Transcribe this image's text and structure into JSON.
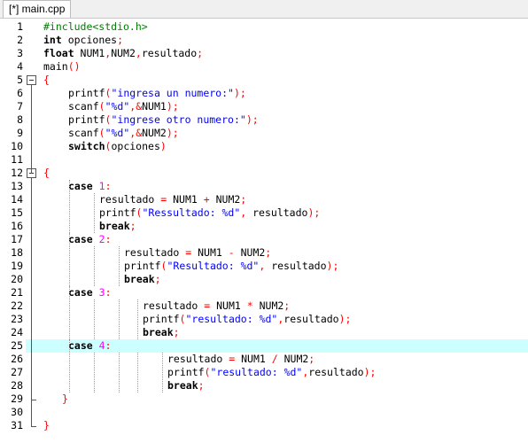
{
  "tab": {
    "label": "[*] main.cpp"
  },
  "highlighted_line": 25,
  "lines": [
    {
      "n": "1",
      "indent": 0,
      "tokens": [
        [
          "pp",
          "#include<stdio.h>"
        ]
      ]
    },
    {
      "n": "2",
      "indent": 0,
      "tokens": [
        [
          "kw",
          "int"
        ],
        [
          "plain",
          " opciones"
        ],
        [
          "op",
          ";"
        ]
      ]
    },
    {
      "n": "3",
      "indent": 0,
      "tokens": [
        [
          "kw",
          "float"
        ],
        [
          "plain",
          " NUM1"
        ],
        [
          "op",
          ","
        ],
        [
          "plain",
          "NUM2"
        ],
        [
          "op",
          ","
        ],
        [
          "plain",
          "resultado"
        ],
        [
          "op",
          ";"
        ]
      ]
    },
    {
      "n": "4",
      "indent": 0,
      "tokens": [
        [
          "plain",
          "main"
        ],
        [
          "op",
          "()"
        ]
      ]
    },
    {
      "n": "5",
      "indent": 0,
      "tokens": [
        [
          "op",
          "{"
        ]
      ]
    },
    {
      "n": "6",
      "indent": 4,
      "tokens": [
        [
          "plain",
          "printf"
        ],
        [
          "op",
          "("
        ],
        [
          "str",
          "\"ingresa un numero:\""
        ],
        [
          "op",
          ");"
        ]
      ]
    },
    {
      "n": "7",
      "indent": 4,
      "tokens": [
        [
          "plain",
          "scanf"
        ],
        [
          "op",
          "("
        ],
        [
          "str",
          "\"%d\""
        ],
        [
          "op",
          ",&"
        ],
        [
          "plain",
          "NUM1"
        ],
        [
          "op",
          ");"
        ]
      ]
    },
    {
      "n": "8",
      "indent": 4,
      "tokens": [
        [
          "plain",
          "printf"
        ],
        [
          "op",
          "("
        ],
        [
          "str",
          "\"ingrese otro numero:\""
        ],
        [
          "op",
          ");"
        ]
      ]
    },
    {
      "n": "9",
      "indent": 4,
      "tokens": [
        [
          "plain",
          "scanf"
        ],
        [
          "op",
          "("
        ],
        [
          "str",
          "\"%d\""
        ],
        [
          "op",
          ",&"
        ],
        [
          "plain",
          "NUM2"
        ],
        [
          "op",
          ");"
        ]
      ]
    },
    {
      "n": "10",
      "indent": 4,
      "tokens": [
        [
          "kw",
          "switch"
        ],
        [
          "op",
          "("
        ],
        [
          "plain",
          "opciones"
        ],
        [
          "op",
          ")"
        ]
      ]
    },
    {
      "n": "11",
      "indent": 0,
      "tokens": []
    },
    {
      "n": "12",
      "indent": 0,
      "tokens": [
        [
          "op",
          "{"
        ]
      ]
    },
    {
      "n": "13",
      "indent": 4,
      "tokens": [
        [
          "kw",
          "case"
        ],
        [
          "plain",
          " "
        ],
        [
          "num",
          "1"
        ],
        [
          "op",
          ":"
        ]
      ]
    },
    {
      "n": "14",
      "indent": 9,
      "tokens": [
        [
          "plain",
          "resultado "
        ],
        [
          "op",
          "="
        ],
        [
          "plain",
          " NUM1 "
        ],
        [
          "op",
          "+"
        ],
        [
          "plain",
          " NUM2"
        ],
        [
          "op",
          ";"
        ]
      ]
    },
    {
      "n": "15",
      "indent": 9,
      "tokens": [
        [
          "plain",
          "printf"
        ],
        [
          "op",
          "("
        ],
        [
          "str",
          "\"Ressultado: %d\""
        ],
        [
          "op",
          ","
        ],
        [
          "plain",
          " resultado"
        ],
        [
          "op",
          ");"
        ]
      ]
    },
    {
      "n": "16",
      "indent": 9,
      "tokens": [
        [
          "kw",
          "break"
        ],
        [
          "op",
          ";"
        ]
      ]
    },
    {
      "n": "17",
      "indent": 4,
      "tokens": [
        [
          "kw",
          "case"
        ],
        [
          "plain",
          " "
        ],
        [
          "num",
          "2"
        ],
        [
          "op",
          ":"
        ]
      ]
    },
    {
      "n": "18",
      "indent": 13,
      "tokens": [
        [
          "plain",
          "resultado "
        ],
        [
          "op",
          "="
        ],
        [
          "plain",
          " NUM1 "
        ],
        [
          "op",
          "-"
        ],
        [
          "plain",
          " NUM2"
        ],
        [
          "op",
          ";"
        ]
      ]
    },
    {
      "n": "19",
      "indent": 13,
      "tokens": [
        [
          "plain",
          "printf"
        ],
        [
          "op",
          "("
        ],
        [
          "str",
          "\"Resultado: %d\""
        ],
        [
          "op",
          ","
        ],
        [
          "plain",
          " resultado"
        ],
        [
          "op",
          ");"
        ]
      ]
    },
    {
      "n": "20",
      "indent": 13,
      "tokens": [
        [
          "kw",
          "break"
        ],
        [
          "op",
          ";"
        ]
      ]
    },
    {
      "n": "21",
      "indent": 4,
      "tokens": [
        [
          "kw",
          "case"
        ],
        [
          "plain",
          " "
        ],
        [
          "num",
          "3"
        ],
        [
          "op",
          ":"
        ]
      ]
    },
    {
      "n": "22",
      "indent": 16,
      "tokens": [
        [
          "plain",
          "resultado "
        ],
        [
          "op",
          "="
        ],
        [
          "plain",
          " NUM1 "
        ],
        [
          "op",
          "*"
        ],
        [
          "plain",
          " NUM2"
        ],
        [
          "op",
          ";"
        ]
      ]
    },
    {
      "n": "23",
      "indent": 16,
      "tokens": [
        [
          "plain",
          "printf"
        ],
        [
          "op",
          "("
        ],
        [
          "str",
          "\"resultado: %d\""
        ],
        [
          "op",
          ","
        ],
        [
          "plain",
          "resultado"
        ],
        [
          "op",
          ");"
        ]
      ]
    },
    {
      "n": "24",
      "indent": 16,
      "tokens": [
        [
          "kw",
          "break"
        ],
        [
          "op",
          ";"
        ]
      ]
    },
    {
      "n": "25",
      "indent": 4,
      "tokens": [
        [
          "kw",
          "case"
        ],
        [
          "plain",
          " "
        ],
        [
          "num",
          "4"
        ],
        [
          "op",
          ":"
        ]
      ]
    },
    {
      "n": "26",
      "indent": 20,
      "tokens": [
        [
          "plain",
          "resultado "
        ],
        [
          "op",
          "="
        ],
        [
          "plain",
          " NUM1 "
        ],
        [
          "op",
          "/"
        ],
        [
          "plain",
          " NUM2"
        ],
        [
          "op",
          ";"
        ]
      ]
    },
    {
      "n": "27",
      "indent": 20,
      "tokens": [
        [
          "plain",
          "printf"
        ],
        [
          "op",
          "("
        ],
        [
          "str",
          "\"resultado: %d\""
        ],
        [
          "op",
          ","
        ],
        [
          "plain",
          "resultado"
        ],
        [
          "op",
          ");"
        ]
      ]
    },
    {
      "n": "28",
      "indent": 20,
      "tokens": [
        [
          "kw",
          "break"
        ],
        [
          "op",
          ";"
        ]
      ]
    },
    {
      "n": "29",
      "indent": 3,
      "tokens": [
        [
          "op",
          "}"
        ]
      ]
    },
    {
      "n": "30",
      "indent": 0,
      "tokens": []
    },
    {
      "n": "31",
      "indent": 0,
      "tokens": [
        [
          "op",
          "}"
        ]
      ]
    }
  ]
}
